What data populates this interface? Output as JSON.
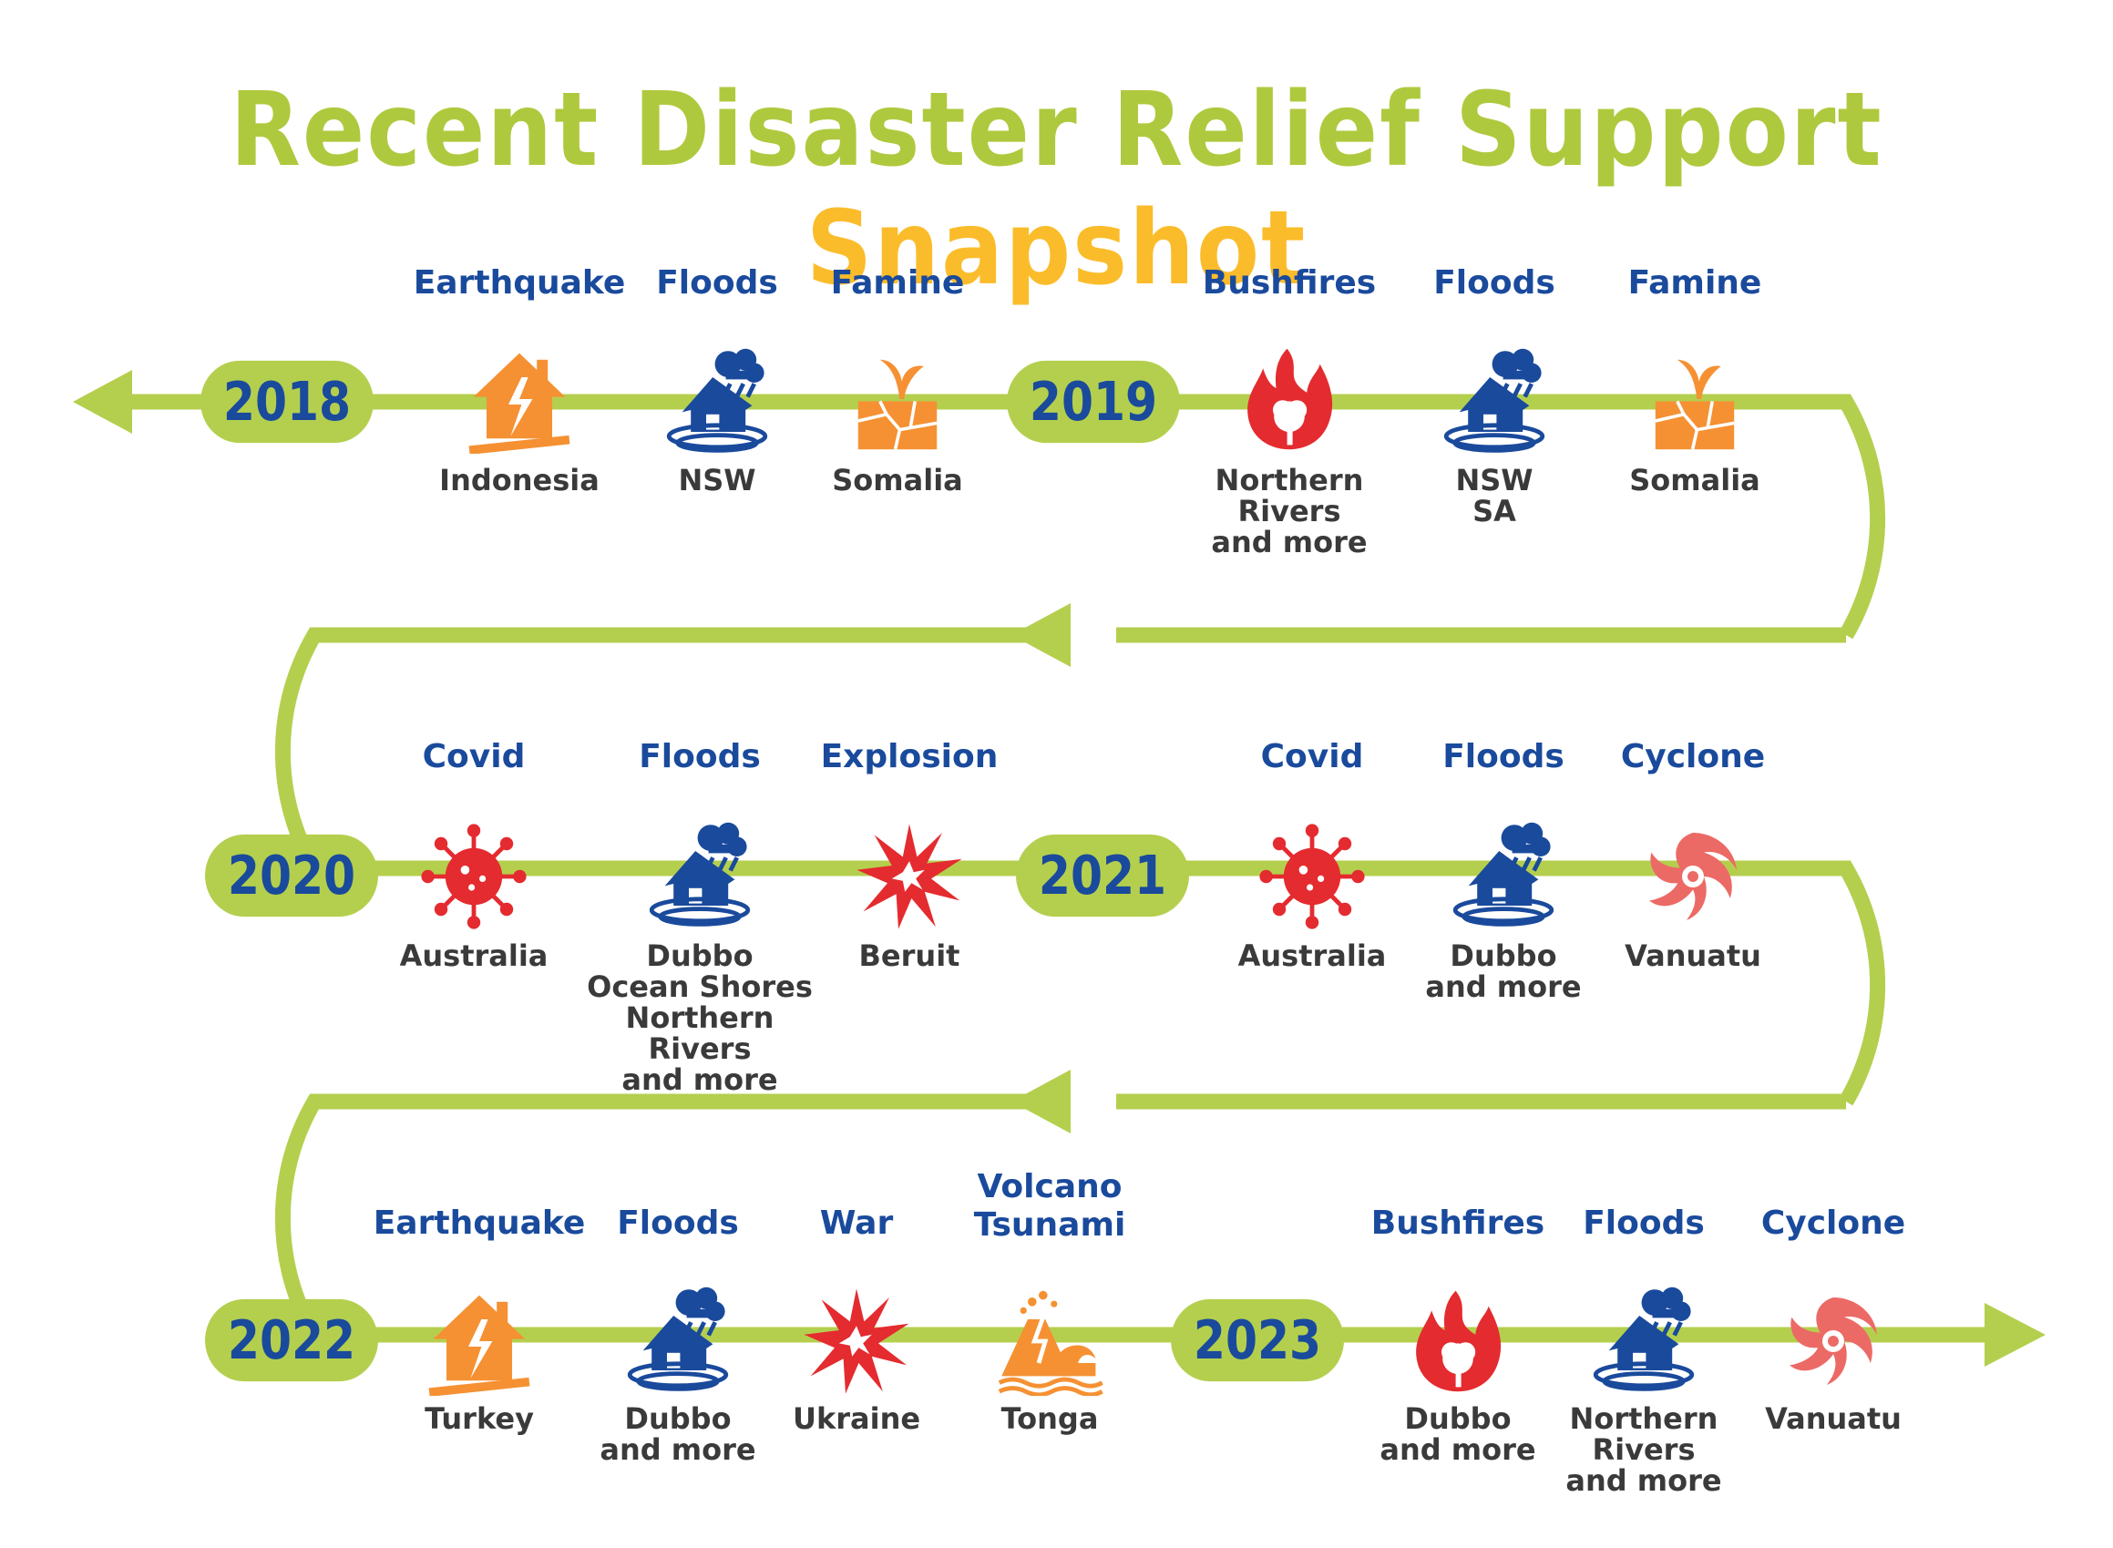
{
  "title": {
    "part1": "Recent Disaster Relief Support",
    "part2": "Snapshot"
  },
  "colors": {
    "track": "#b4cf4e",
    "title_green": "#afc93e",
    "title_orange": "#fbbc2b",
    "blue": "#1a4a9c",
    "red": "#e42b2f",
    "orange": "#f59133",
    "coral": "#ec6a66",
    "text": "#3a3a3a"
  },
  "years": [
    "2018",
    "2019",
    "2020",
    "2021",
    "2022",
    "2023"
  ],
  "rows": [
    {
      "events": [
        {
          "type": "Earthquake",
          "icon": "earthquake-icon",
          "place": "Indonesia"
        },
        {
          "type": "Floods",
          "icon": "flood-icon",
          "place": "NSW"
        },
        {
          "type": "Famine",
          "icon": "famine-icon",
          "place": "Somalia"
        },
        {
          "type": "Bushfires",
          "icon": "bushfire-icon",
          "place": "Northern Rivers\nand more"
        },
        {
          "type": "Floods",
          "icon": "flood-icon",
          "place": "NSW\nSA"
        },
        {
          "type": "Famine",
          "icon": "famine-icon",
          "place": "Somalia"
        }
      ]
    },
    {
      "events": [
        {
          "type": "Covid",
          "icon": "virus-icon",
          "place": "Australia"
        },
        {
          "type": "Floods",
          "icon": "flood-icon",
          "place": "Dubbo\nOcean Shores\nNorthern Rivers\nand more"
        },
        {
          "type": "Explosion",
          "icon": "explosion-icon",
          "place": "Beruit"
        },
        {
          "type": "Covid",
          "icon": "virus-icon",
          "place": "Australia"
        },
        {
          "type": "Floods",
          "icon": "flood-icon",
          "place": "Dubbo\nand more"
        },
        {
          "type": "Cyclone",
          "icon": "cyclone-icon",
          "place": "Vanuatu"
        }
      ]
    },
    {
      "events": [
        {
          "type": "Earthquake",
          "icon": "earthquake-icon",
          "place": "Turkey"
        },
        {
          "type": "Floods",
          "icon": "flood-icon",
          "place": "Dubbo\nand more"
        },
        {
          "type": "War",
          "icon": "explosion-icon",
          "place": "Ukraine"
        },
        {
          "type": "Volcano\nTsunami",
          "icon": "volcano-icon",
          "place": "Tonga"
        },
        {
          "type": "Bushfires",
          "icon": "bushfire-icon",
          "place": "Dubbo\nand more"
        },
        {
          "type": "Floods",
          "icon": "flood-icon",
          "place": "Northern\nRivers\nand more"
        },
        {
          "type": "Cyclone",
          "icon": "cyclone-icon",
          "place": "Vanuatu"
        }
      ]
    }
  ]
}
